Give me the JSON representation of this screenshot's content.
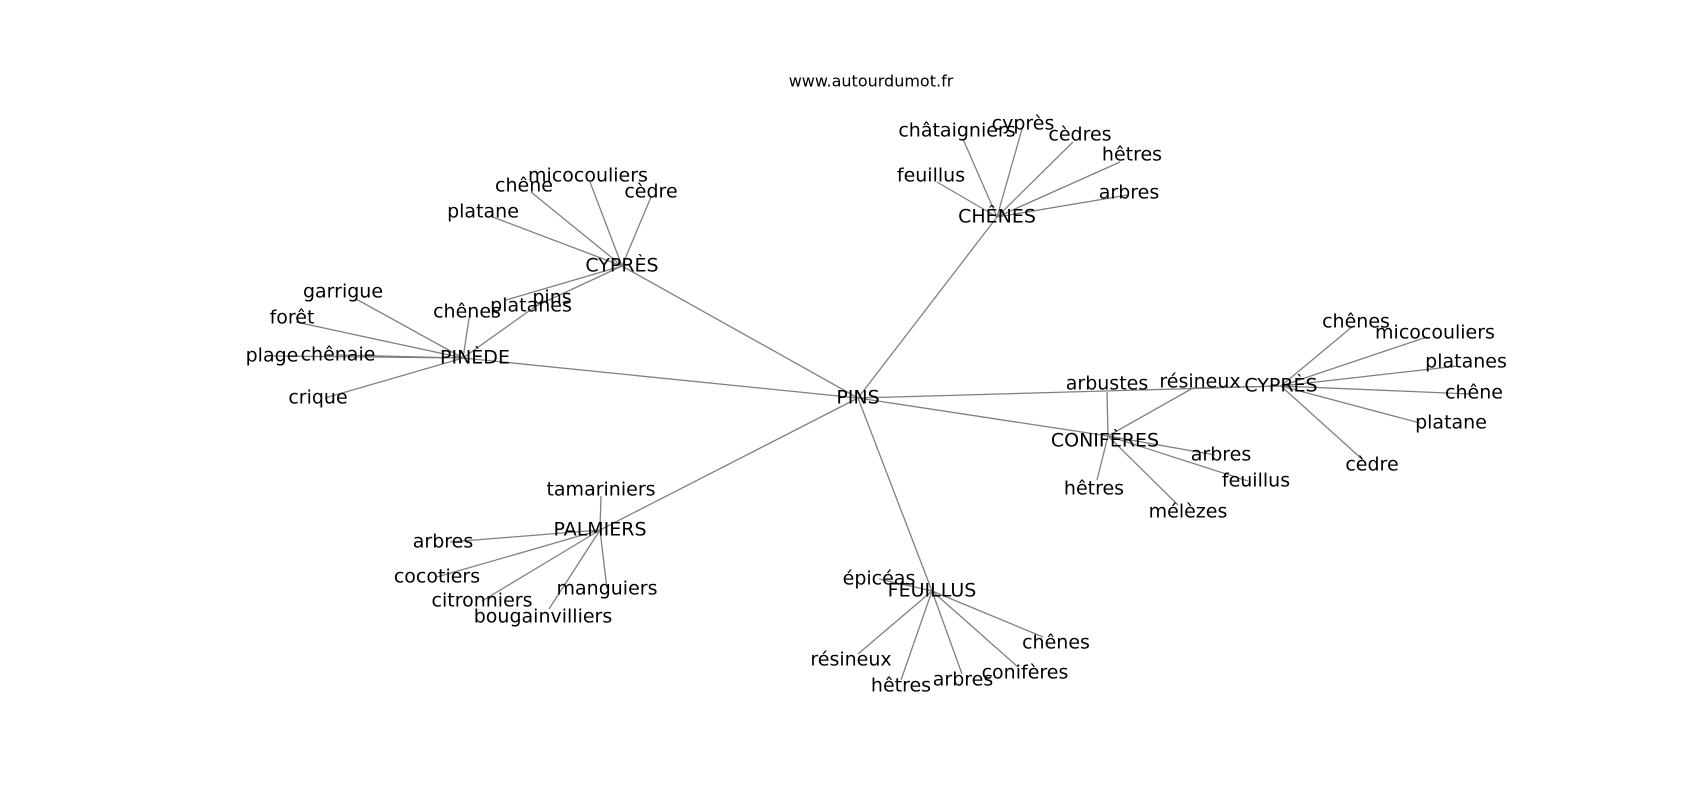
{
  "site": "www.autourdumot.fr",
  "nodes": [
    {
      "id": "pins",
      "label": "PINS"
    },
    {
      "id": "chenes_hub",
      "label": "CHÊNES"
    },
    {
      "id": "cypres_hub1",
      "label": "CYPRÈS"
    },
    {
      "id": "pinede",
      "label": "PINÈDE"
    },
    {
      "id": "palmiers",
      "label": "PALMIERS"
    },
    {
      "id": "feuillus_hub",
      "label": "FEUILLUS"
    },
    {
      "id": "coniferes_hub",
      "label": "CONIFÈRES"
    },
    {
      "id": "cypres_hub2",
      "label": "CYPRÈS"
    },
    {
      "id": "ch_chataigniers",
      "label": "châtaigniers"
    },
    {
      "id": "ch_cypres",
      "label": "cyprès"
    },
    {
      "id": "ch_cedres",
      "label": "cèdres"
    },
    {
      "id": "ch_hetres",
      "label": "hêtres"
    },
    {
      "id": "ch_feuillus",
      "label": "feuillus"
    },
    {
      "id": "ch_arbres",
      "label": "arbres"
    },
    {
      "id": "c1_micocouliers",
      "label": "micocouliers"
    },
    {
      "id": "c1_chene",
      "label": "chêne"
    },
    {
      "id": "c1_cedre",
      "label": "cèdre"
    },
    {
      "id": "c1_platane",
      "label": "platane"
    },
    {
      "id": "c1_platanes",
      "label": "platanes"
    },
    {
      "id": "c1_pins",
      "label": "pins"
    },
    {
      "id": "pd_garrigue",
      "label": "garrigue"
    },
    {
      "id": "pd_foret",
      "label": "forêt"
    },
    {
      "id": "pd_chenes",
      "label": "chênes"
    },
    {
      "id": "pd_plage",
      "label": "plage"
    },
    {
      "id": "pd_chenaie",
      "label": "chênaie"
    },
    {
      "id": "pd_crique",
      "label": "crique"
    },
    {
      "id": "pa_tamariniers",
      "label": "tamariniers"
    },
    {
      "id": "pa_arbres",
      "label": "arbres"
    },
    {
      "id": "pa_cocotiers",
      "label": "cocotiers"
    },
    {
      "id": "pa_citronniers",
      "label": "citronniers"
    },
    {
      "id": "pa_manguiers",
      "label": "manguiers"
    },
    {
      "id": "pa_bougainvilliers",
      "label": "bougainvilliers"
    },
    {
      "id": "fe_epiceas",
      "label": "épicéas"
    },
    {
      "id": "fe_resineux",
      "label": "résineux"
    },
    {
      "id": "fe_hetres",
      "label": "hêtres"
    },
    {
      "id": "fe_arbres",
      "label": "arbres"
    },
    {
      "id": "fe_coniferes",
      "label": "conifères"
    },
    {
      "id": "fe_chenes",
      "label": "chênes"
    },
    {
      "id": "co_arbustes",
      "label": "arbustes"
    },
    {
      "id": "co_resineux",
      "label": "résineux"
    },
    {
      "id": "co_arbres",
      "label": "arbres"
    },
    {
      "id": "co_feuillus",
      "label": "feuillus"
    },
    {
      "id": "co_hetres",
      "label": "hêtres"
    },
    {
      "id": "co_melezes",
      "label": "mélèzes"
    },
    {
      "id": "c2_chenes",
      "label": "chênes"
    },
    {
      "id": "c2_micocouliers",
      "label": "micocouliers"
    },
    {
      "id": "c2_platanes",
      "label": "platanes"
    },
    {
      "id": "c2_chene",
      "label": "chêne"
    },
    {
      "id": "c2_platane",
      "label": "platane"
    },
    {
      "id": "c2_cedre",
      "label": "cèdre"
    }
  ],
  "edges": [
    [
      "pins",
      "chenes_hub"
    ],
    [
      "pins",
      "cypres_hub1"
    ],
    [
      "pins",
      "pinede"
    ],
    [
      "pins",
      "palmiers"
    ],
    [
      "pins",
      "feuillus_hub"
    ],
    [
      "pins",
      "coniferes_hub"
    ],
    [
      "pins",
      "cypres_hub2"
    ],
    [
      "chenes_hub",
      "ch_chataigniers"
    ],
    [
      "chenes_hub",
      "ch_cypres"
    ],
    [
      "chenes_hub",
      "ch_cedres"
    ],
    [
      "chenes_hub",
      "ch_hetres"
    ],
    [
      "chenes_hub",
      "ch_feuillus"
    ],
    [
      "chenes_hub",
      "ch_arbres"
    ],
    [
      "cypres_hub1",
      "c1_micocouliers"
    ],
    [
      "cypres_hub1",
      "c1_chene"
    ],
    [
      "cypres_hub1",
      "c1_cedre"
    ],
    [
      "cypres_hub1",
      "c1_platane"
    ],
    [
      "cypres_hub1",
      "c1_platanes"
    ],
    [
      "cypres_hub1",
      "c1_pins"
    ],
    [
      "pinede",
      "pd_garrigue"
    ],
    [
      "pinede",
      "pd_foret"
    ],
    [
      "pinede",
      "pd_chenes"
    ],
    [
      "pinede",
      "pd_plage"
    ],
    [
      "pinede",
      "pd_chenaie"
    ],
    [
      "pinede",
      "pd_crique"
    ],
    [
      "pinede",
      "c1_platanes"
    ],
    [
      "palmiers",
      "pa_tamariniers"
    ],
    [
      "palmiers",
      "pa_arbres"
    ],
    [
      "palmiers",
      "pa_cocotiers"
    ],
    [
      "palmiers",
      "pa_citronniers"
    ],
    [
      "palmiers",
      "pa_manguiers"
    ],
    [
      "palmiers",
      "pa_bougainvilliers"
    ],
    [
      "feuillus_hub",
      "fe_epiceas"
    ],
    [
      "feuillus_hub",
      "fe_resineux"
    ],
    [
      "feuillus_hub",
      "fe_hetres"
    ],
    [
      "feuillus_hub",
      "fe_arbres"
    ],
    [
      "feuillus_hub",
      "fe_coniferes"
    ],
    [
      "feuillus_hub",
      "fe_chenes"
    ],
    [
      "coniferes_hub",
      "co_arbustes"
    ],
    [
      "coniferes_hub",
      "co_resineux"
    ],
    [
      "coniferes_hub",
      "co_arbres"
    ],
    [
      "coniferes_hub",
      "co_feuillus"
    ],
    [
      "coniferes_hub",
      "co_hetres"
    ],
    [
      "coniferes_hub",
      "co_melezes"
    ],
    [
      "cypres_hub2",
      "c2_chenes"
    ],
    [
      "cypres_hub2",
      "c2_micocouliers"
    ],
    [
      "cypres_hub2",
      "c2_platanes"
    ],
    [
      "cypres_hub2",
      "c2_chene"
    ],
    [
      "cypres_hub2",
      "c2_platane"
    ],
    [
      "cypres_hub2",
      "c2_cedre"
    ],
    [
      "cypres_hub2",
      "co_resineux"
    ]
  ]
}
